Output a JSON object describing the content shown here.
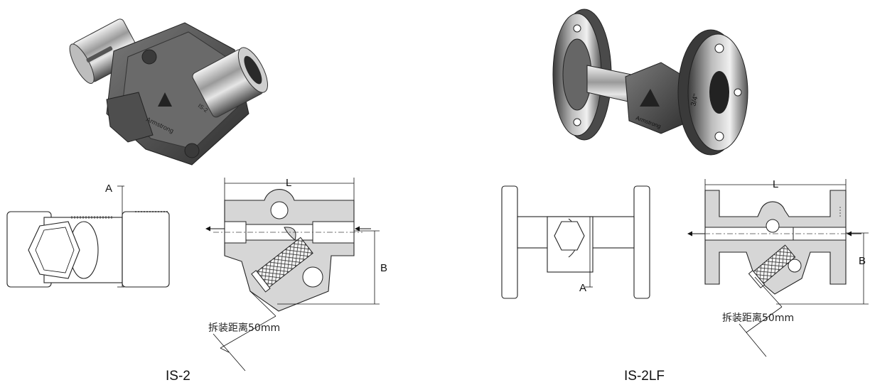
{
  "products": [
    {
      "model": "IS-2",
      "dimensions": {
        "length": "L",
        "side_a": "A",
        "height_b": "B"
      },
      "removal_note": "拆装距离50mm",
      "photo_marking": "Armstrong",
      "photo_size_marking": "IS-2"
    },
    {
      "model": "IS-2LF",
      "dimensions": {
        "length": "L",
        "side_a": "A",
        "height_b": "B"
      },
      "removal_note": "拆装距离50mm",
      "photo_marking": "Armstrong",
      "photo_size_marking": "3/4\""
    }
  ]
}
